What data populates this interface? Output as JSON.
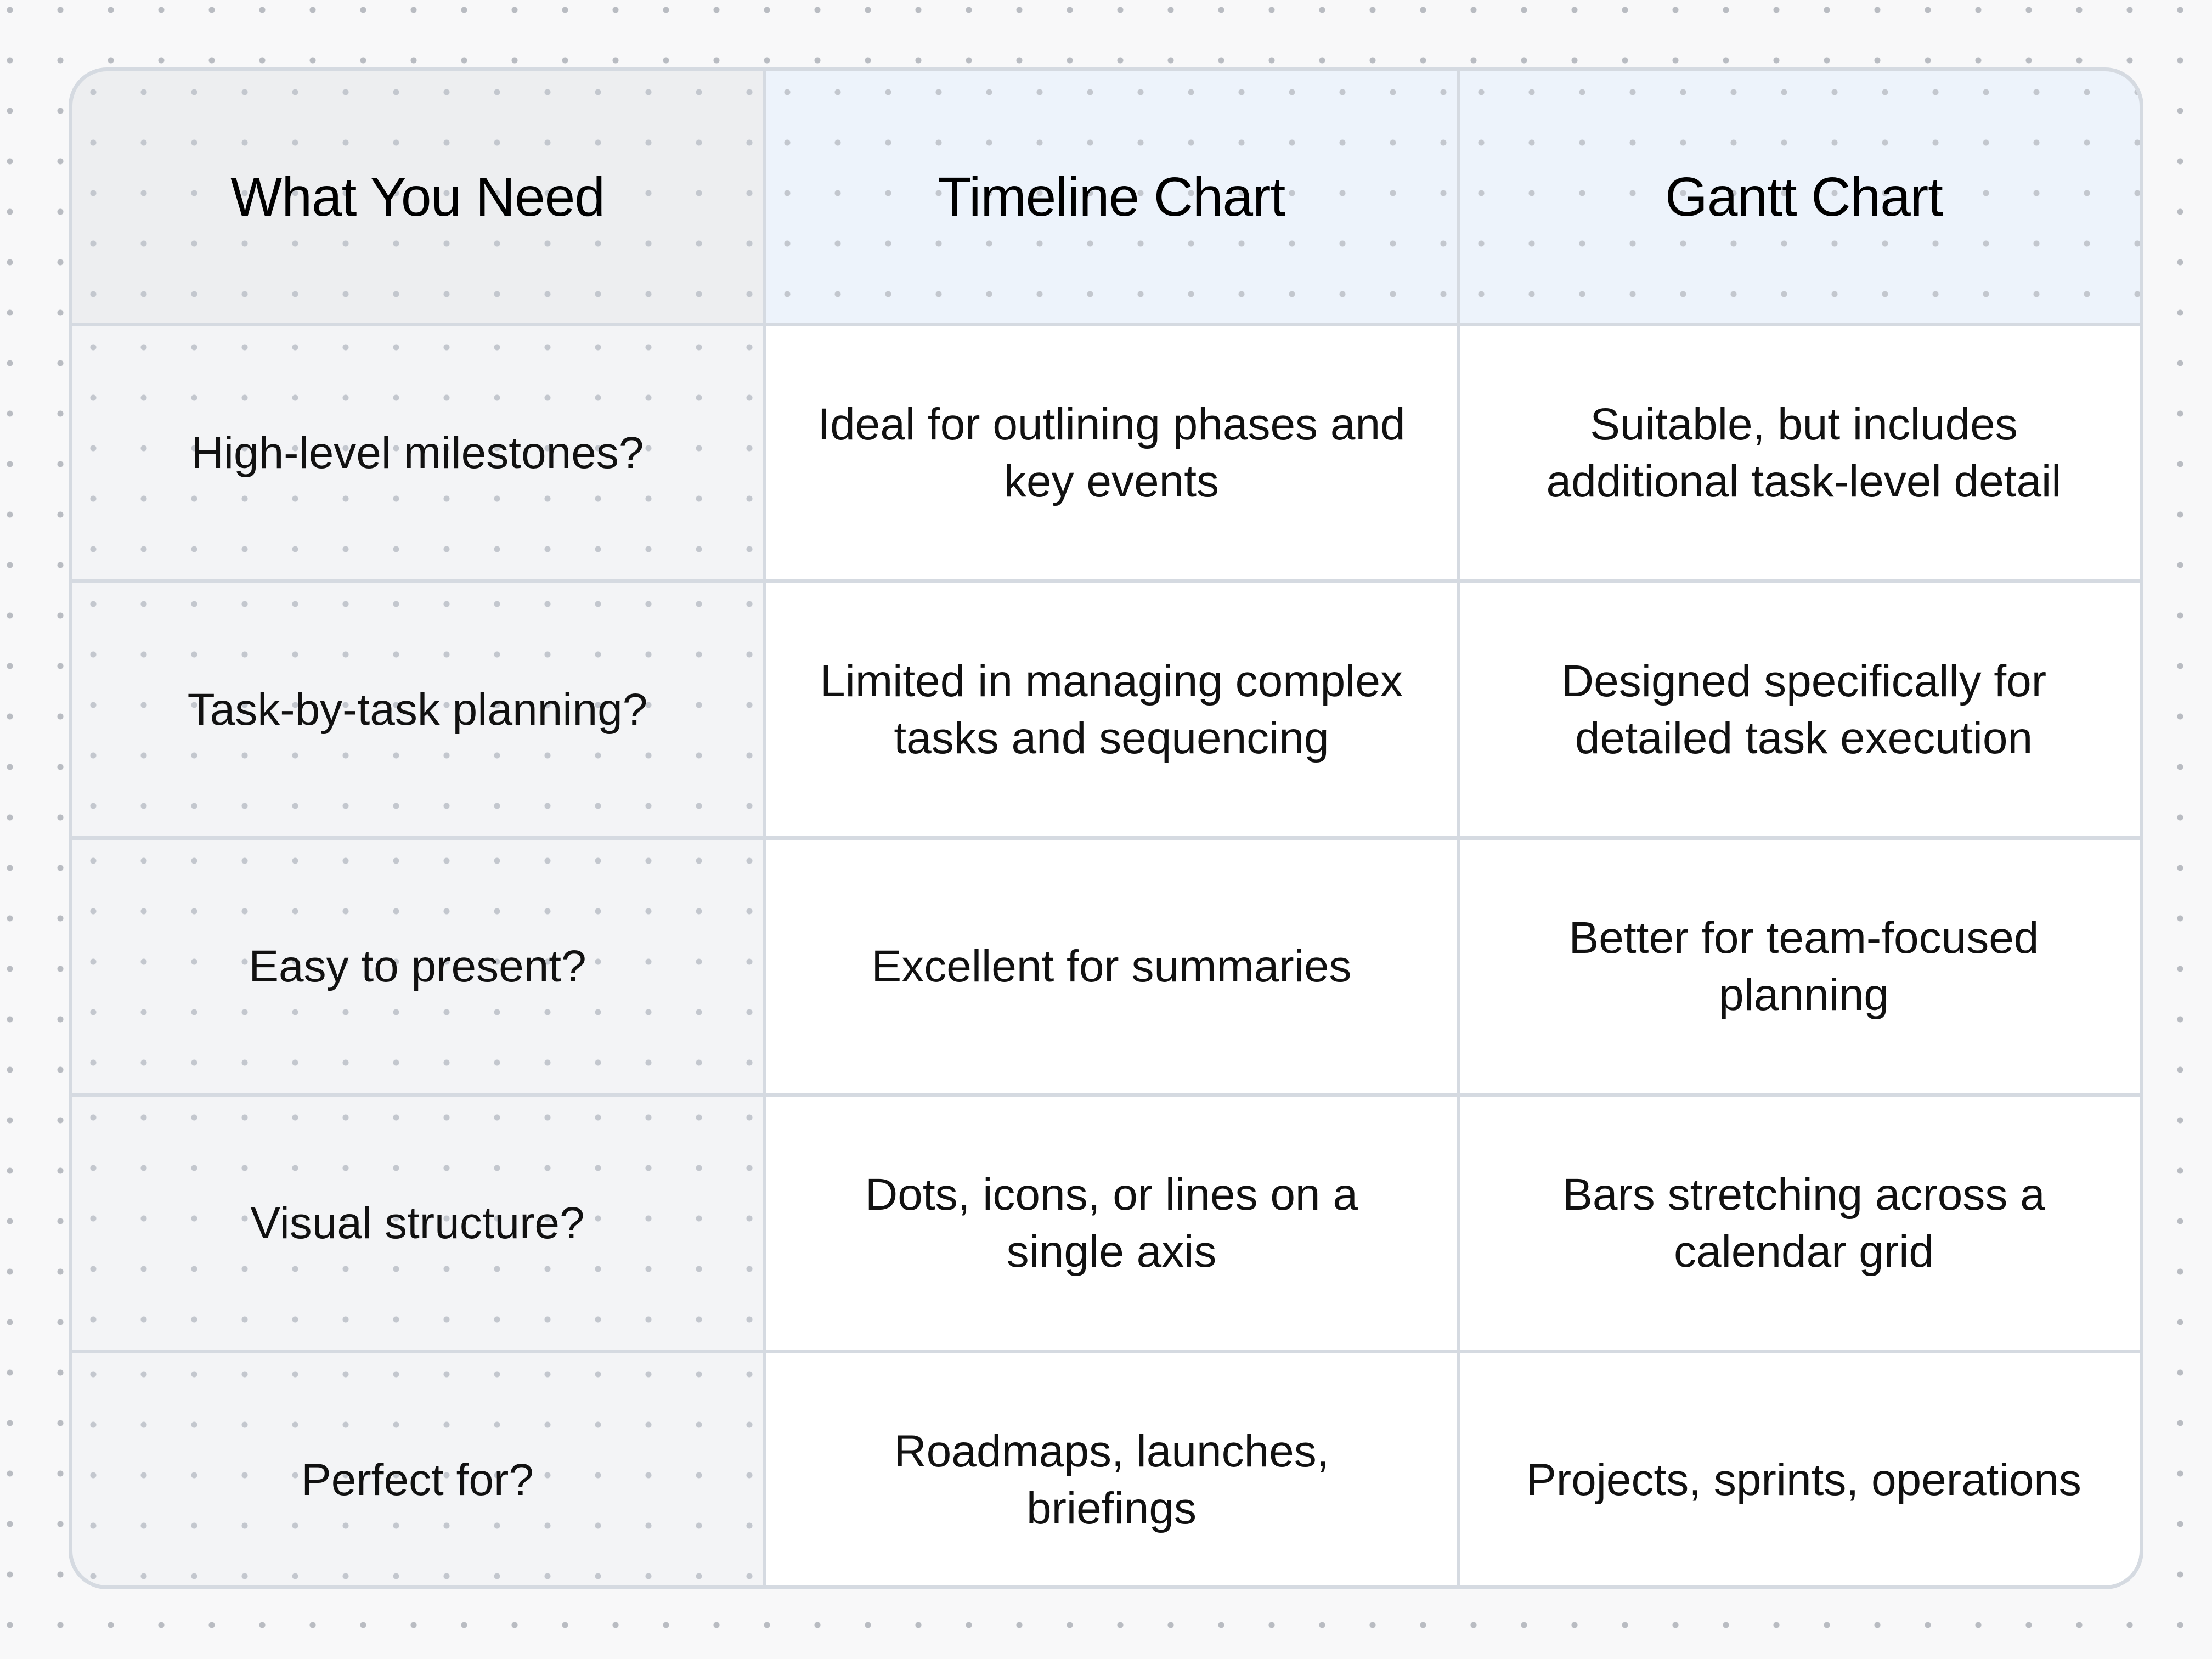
{
  "table": {
    "headers": [
      "What You Need",
      "Timeline Chart",
      "Gantt Chart"
    ],
    "rows": [
      {
        "need": "High-level milestones?",
        "timeline": "Ideal for outlining phases and key events",
        "gantt": "Suitable, but includes additional task-level detail"
      },
      {
        "need": "Task-by-task planning?",
        "timeline": "Limited in managing complex tasks and sequencing",
        "gantt": "Designed specifically for detailed task execution"
      },
      {
        "need": "Easy to present?",
        "timeline": "Excellent for summaries",
        "gantt": "Better for team-focused planning"
      },
      {
        "need": "Visual structure?",
        "timeline": "Dots, icons, or lines on a single axis",
        "gantt": "Bars stretching across a calendar grid"
      },
      {
        "need": "Perfect for?",
        "timeline": "Roadmaps, launches, briefings",
        "gantt": "Projects, sprints, operations"
      }
    ]
  },
  "colors": {
    "background": "#f8f8f9",
    "border": "#d5dae1",
    "header_first_col": "#edeef0",
    "header_other_cols": "#edf3fb",
    "body_first_col": "#f3f4f6",
    "body_other_cols": "#ffffff",
    "text": "#111111"
  }
}
